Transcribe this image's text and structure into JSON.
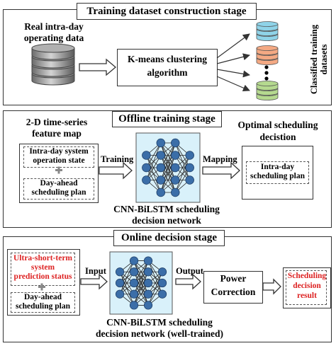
{
  "stage1": {
    "title": "Training dataset construction stage",
    "source_line1": "Real intra-day",
    "source_line2": "operating data",
    "algorithm_line1": "K-means clustering",
    "algorithm_line2": "algorithm",
    "classified_label_line1": "Classified training",
    "classified_label_line2": "datasets",
    "dataset_colors": [
      "#8fd3e8",
      "#f4a983",
      "#b5d98f"
    ]
  },
  "stage2": {
    "title": "Offline training stage",
    "input_title_line1": "2-D time-series",
    "input_title_line2": "feature map",
    "input_item1_line1": "Intra-day system",
    "input_item1_line2": "operation state",
    "input_item2_line1": "Day-ahead",
    "input_item2_line2": "scheduling plan",
    "arrow1_label": "Training",
    "arrow2_label": "Mapping",
    "network_line1": "CNN-BiLSTM scheduling",
    "network_line2": "decision network",
    "output_title_line1": "Optimal scheduling",
    "output_title_line2": "decistion",
    "output_item_line1": "Intra-day",
    "output_item_line2": "scheduling plan"
  },
  "stage3": {
    "title": "Online decision stage",
    "input_item1_line1": "Ultra-short-term",
    "input_item1_line2": "system",
    "input_item1_line3": "prediction status",
    "input_item2_line1": "Day-ahead",
    "input_item2_line2": "scheduling plan",
    "arrow1_label": "Input",
    "arrow2_label": "Output",
    "network_line1": "CNN-BiLSTM scheduling",
    "network_line2": "decision network (well-trained)",
    "correction_line1": "Power",
    "correction_line2": "Correction",
    "result_line1": "Scheduling",
    "result_line2": "decision",
    "result_line3": "result"
  },
  "colors": {
    "network_background": "#d9f1fa",
    "node_fill": "#3b6ea8",
    "highlight_text": "#dd2222"
  }
}
